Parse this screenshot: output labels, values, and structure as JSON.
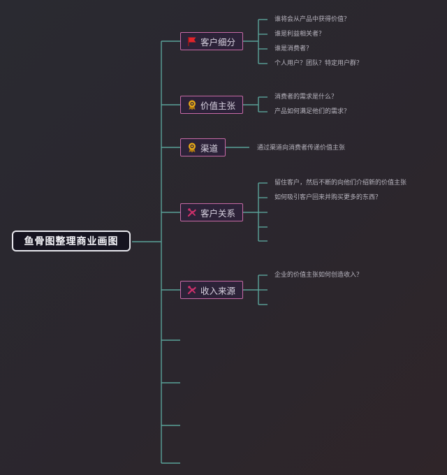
{
  "root": {
    "label": "鱼骨图整理商业画图"
  },
  "branches": [
    {
      "label": "客户细分",
      "icon": "red-flag-icon",
      "leaves": [
        "谁将会从产品中获得价值？",
        "谁是利益相关者？",
        "谁是消费者？",
        "个人用户？团队？特定用户群？"
      ]
    },
    {
      "label": "价值主张",
      "icon": "award-ribbon-icon",
      "leaves": [
        "消费者的需求是什么？",
        "产品如何满足他们的需求？"
      ]
    },
    {
      "label": "渠道",
      "icon": "award-ribbon-icon",
      "leaves": [
        "通过渠道向消费者传递价值主张"
      ]
    },
    {
      "label": "客户关系",
      "icon": "tools-icon",
      "leaves": [
        "留住客户，然后不断的向他们介绍新的价值主张",
        "如何吸引客户回来并购买更多的东西？",
        "",
        "",
        ""
      ]
    },
    {
      "label": "收入来源",
      "icon": "tools-icon",
      "leaves": [
        "企业的价值主张如何创造收入？",
        "",
        ""
      ]
    },
    {
      "label": "",
      "icon": "",
      "leaves": []
    },
    {
      "label": "",
      "icon": "",
      "leaves": []
    },
    {
      "label": "",
      "icon": "",
      "leaves": []
    },
    {
      "label": "",
      "icon": "",
      "leaves": []
    }
  ],
  "colors": {
    "connector": "#5aa39a",
    "branch_border": "#c86aa6",
    "flag": "#e0242a",
    "ribbon": "#e6a818",
    "tools": "#d0306c"
  }
}
